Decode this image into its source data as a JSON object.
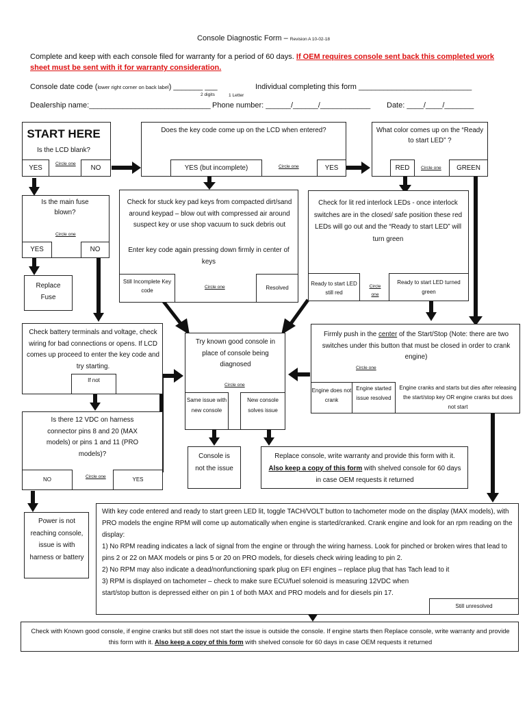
{
  "header": {
    "title": "Console Diagnostic Form –",
    "revision": "Revision A 10-02-18",
    "intro": "Complete and keep with each console filed for warranty for a period of 60 days.",
    "intro_red": "If OEM requires console sent back this completed work sheet must be sent with it for warranty consideration.",
    "date_code_label": "Console date code (",
    "date_code_hint": "lower right corner on back label",
    "date_code_end": ") _______  ___",
    "two_digits": "2 digits",
    "one_letter": "1 Letter",
    "individual_label": "Individual completing this form ___________________________",
    "dealership_label": "Dealership name:_____________________________",
    "phone_label": "Phone number:  ______/______/____________",
    "date_label": "Date: ____/____/_______"
  },
  "start": {
    "title": "START HERE",
    "question": "Is the LCD blank?",
    "circle_one": "Circle one",
    "yes": "YES",
    "no": "NO"
  },
  "keycode": {
    "question": "Does the key code come up on the LCD when entered?",
    "yes_incomplete": "YES (but incomplete)",
    "circle_one": "Circle one",
    "yes": "YES"
  },
  "led_color": {
    "question": "What color comes up on the “Ready to start LED” ?",
    "red": "RED",
    "circle_one": "Circle one",
    "green": "GREEN"
  },
  "main_fuse": {
    "question": "Is the main fuse blown?",
    "circle_one": "Circle one",
    "yes": "YES",
    "no": "NO"
  },
  "replace_fuse": "Replace Fuse",
  "stuck_keys": {
    "text1": "Check for stuck key pad keys from compacted dirt/sand around keypad – blow out with compressed air around suspect key or use shop vacuum to suck debris out",
    "text2": "Enter key code again pressing down firmly in center of keys",
    "still_incomplete": "Still Incomplete Key code",
    "circle_one": "Circle one",
    "resolved": "Resolved"
  },
  "interlock": {
    "text": "Check for lit red interlock LEDs - once interlock switches are in the closed/ safe position these red LEDs will go out and the “Ready to start LED” will turn green",
    "still_red": "Ready to start LED still red",
    "circle_one": "Circle one",
    "turned_green": "Ready to start LED turned green"
  },
  "battery": {
    "text": "Check battery terminals and voltage, check wiring for bad connections or opens. If LCD comes up proceed to enter the key code and try starting.",
    "if_not": "If not"
  },
  "known_good": {
    "text": "Try known good console in place of console being diagnosed",
    "circle_one": "Circle one",
    "same_issue": "Same issue with new console",
    "new_solves": "New console solves issue"
  },
  "push_center": {
    "text_pre": "Firmly push in the ",
    "text_center": "center",
    "text_post": " of the Start/Stop (Note: there are two switches under this button that must be closed in order to crank engine)",
    "circle_one": "Circle one",
    "not_crank": "Engine does not crank",
    "started_resolved": "Engine started issue resolved",
    "cranks_dies": "Engine cranks and starts but dies after releasing the start/stop key OR engine cranks but does not start"
  },
  "vdc": {
    "question": "Is there 12 VDC on harness connector pins 8 and 20 (MAX models) or pins 1 and 11 (PRO models)?",
    "no": "NO",
    "circle_one": "Circle one",
    "yes": "YES"
  },
  "not_issue": "Console is not the issue",
  "replace_console": {
    "text_pre": "Replace console, write warranty and provide this form with it. ",
    "text_bold": "Also keep a copy of this form",
    "text_post": " with shelved console for 60 days in case OEM requests it returned"
  },
  "power_issue": "Power is not reaching console, issue is with harness or battery",
  "tach": {
    "p1": "With key code entered and ready to start green LED lit, toggle TACH/VOLT button to tachometer mode on the display (MAX models), with PRO models the engine RPM will come up automatically when engine is started/cranked. Crank engine and look for an rpm reading on the display:",
    "p2": "1) No RPM reading indicates a lack of signal from the engine or through the wiring harness. Look for pinched or broken wires that lead to pins 2 or 22 on MAX models or pins 5 or 20 on PRO models, for diesels check wiring leading to pin 2.",
    "p3": "2) No RPM may also indicate a dead/nonfunctioning spark plug on EFI engines – replace plug that has Tach lead to it",
    "p4": "3) RPM is displayed on tachometer – check to make sure ECU/fuel solenoid is measuring 12VDC when start/stop button is depressed either on pin 1 of both MAX and PRO models and for diesels pin 17.",
    "still_unresolved": "Still unresolved"
  },
  "footer": {
    "text_pre": "Check with Known good console, if engine cranks but still does not start the issue is outside the console. If engine starts then Replace console, write warranty and provide this form with it. ",
    "text_bold": "Also keep a copy of this form",
    "text_post": " with shelved console for 60 days in case OEM requests it returned"
  }
}
